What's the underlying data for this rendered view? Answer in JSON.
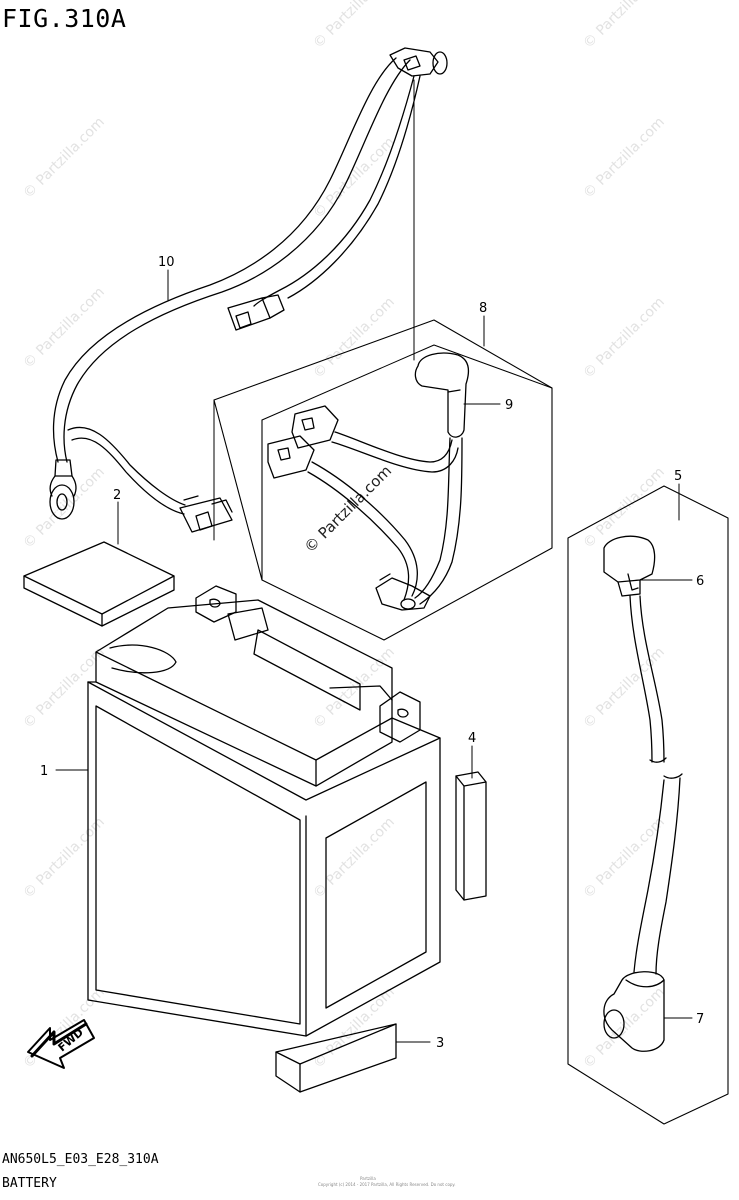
{
  "figure": {
    "title": "FIG.310A",
    "code": "AN650L5_E03_E28_310A",
    "name": "BATTERY",
    "watermark": "© Partzilla.com",
    "fwd_label": "FWD",
    "fine_print_top": "Partzilla",
    "fine_print_bottom": "Copyright (c) 2014 - 2017 Partzilla, All Rights Reserved. Do not copy."
  },
  "callouts": [
    "1",
    "2",
    "3",
    "4",
    "5",
    "6",
    "7",
    "8",
    "9",
    "10"
  ]
}
